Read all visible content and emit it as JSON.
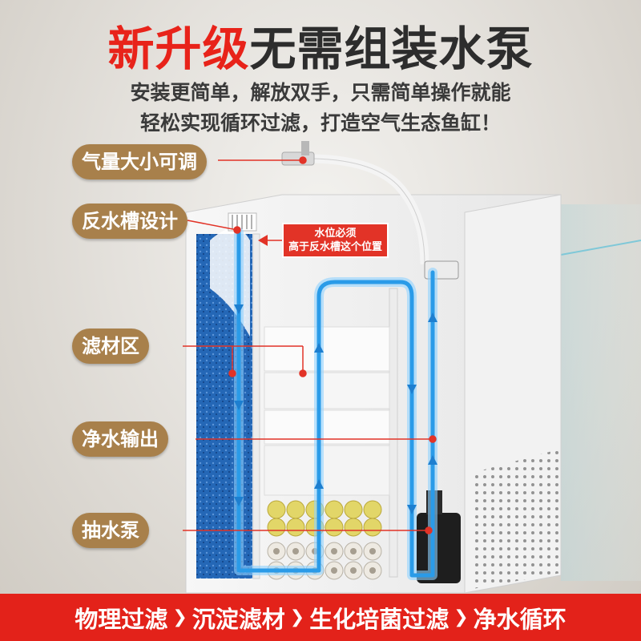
{
  "header": {
    "title_red": "新升级",
    "title_dark": "无需组装水泵",
    "subtitle_line1": "安装更简单，解放双手，只需简单操作就能",
    "subtitle_line2": "轻松实现循环过滤，打造空气生态鱼缸！"
  },
  "labels": {
    "air_adjust": "气量大小可调",
    "overflow_slot": "反水槽设计",
    "filter_zone": "滤材区",
    "clean_output": "净水输出",
    "pump": "抽水泵"
  },
  "callout": {
    "line1": "水位必须",
    "line2": "高于反水槽这个位置"
  },
  "process": {
    "steps": [
      "物理过滤",
      "沉淀滤材",
      "生化培菌过滤",
      "净水循环"
    ],
    "separator": "❯"
  },
  "colors": {
    "accent_red": "#e3221a",
    "label_brown": "#a8804b",
    "flow_blue": "#3aa6f0",
    "media_blue": "#1f5fae"
  }
}
